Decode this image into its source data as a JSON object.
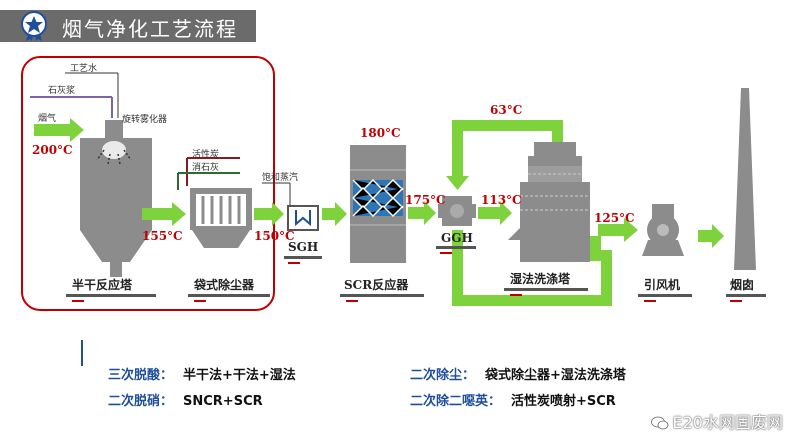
{
  "header": {
    "title": "烟气净化工艺流程图"
  },
  "inputs": {
    "process_water": "工艺水",
    "lime_slurry": "石灰浆",
    "flue_gas": "烟气",
    "atomizer": "旋转雾化器",
    "activated_carbon": "活性炭",
    "slaked_lime": "消石灰",
    "saturated_steam": "饱和蒸汽"
  },
  "temps": {
    "t200": "200°C",
    "t155": "155°C",
    "t150": "150°C",
    "t180": "180°C",
    "t175": "175°C",
    "t113": "113°C",
    "t63": "63°C",
    "t125": "125°C"
  },
  "units": {
    "semi_dry_tower": "半干反应塔",
    "bag_filter": "袋式除尘器",
    "sgh": "SGH",
    "scr": "SCR反应器",
    "ggh": "GGH",
    "wet_scrubber": "湿法洗涤塔",
    "id_fan": "引风机",
    "chimney": "烟囱"
  },
  "legend": [
    {
      "label": "三次脱酸：",
      "value": "半干法+干法+湿法"
    },
    {
      "label": "二次脱硝：",
      "value": "SNCR+SCR"
    },
    {
      "label": "二次除尘：",
      "value": "袋式除尘器+湿法洗涤塔"
    },
    {
      "label": "二次除二噁英：",
      "value": "活性炭喷射+SCR"
    }
  ],
  "watermark": "E20水网固废网",
  "colors": {
    "flow_arrow": "#7ed23c",
    "equipment": "#8c8c8c",
    "temperature": "#c00000",
    "highlight_box": "#c00000",
    "legend_label": "#1f4e9b"
  }
}
